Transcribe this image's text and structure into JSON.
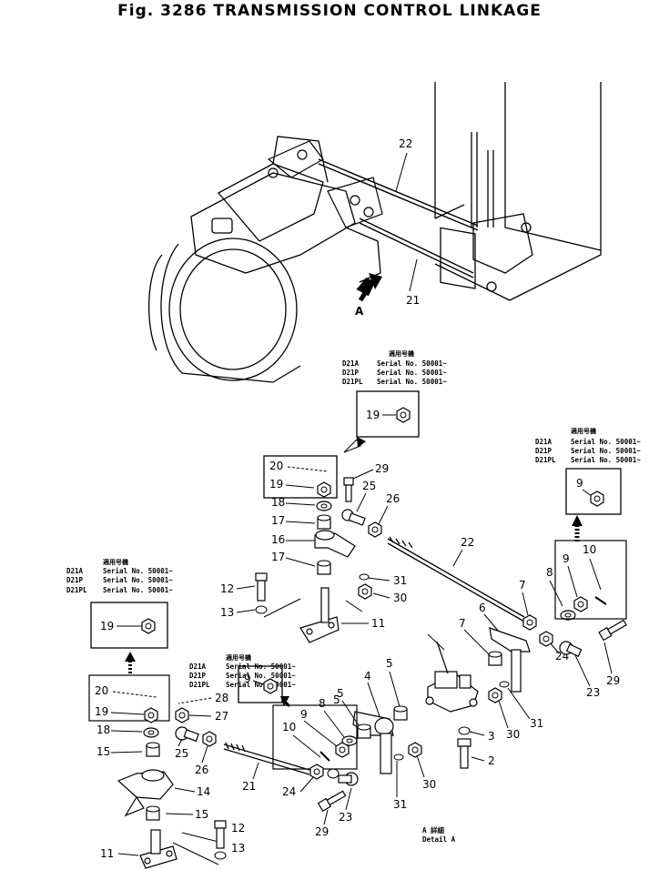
{
  "title": "Fig. 3286 TRANSMISSION CONTROL LINKAGE",
  "serial_header": "適用号機",
  "serial_rows": [
    {
      "model": "D21A",
      "text": "Serial No. 50001~"
    },
    {
      "model": "D21P",
      "text": "Serial No. 50001~"
    },
    {
      "model": "D21PL",
      "text": "Serial No. 50001~"
    }
  ],
  "view_arrow_label": "A",
  "detail_caption_jp": "A 詳細",
  "detail_caption_en": "Detail A",
  "callouts": {
    "n2": "2",
    "n3": "3",
    "n4": "4",
    "n5a": "5",
    "n5b": "5",
    "n5c": "5",
    "n6": "6",
    "n7a": "7",
    "n7b": "7",
    "n8a": "8",
    "n8b": "8",
    "n9a": "9",
    "n9b": "9",
    "n9c": "9",
    "n9d": "9",
    "n10a": "10",
    "n10b": "10",
    "n11a": "11",
    "n11b": "11",
    "n12a": "12",
    "n12b": "12",
    "n13a": "13",
    "n13b": "13",
    "n14": "14",
    "n15a": "15",
    "n15b": "15",
    "n16": "16",
    "n17a": "17",
    "n17b": "17",
    "n18a": "18",
    "n18b": "18",
    "n19a": "19",
    "n19b": "19",
    "n19c": "19",
    "n19d": "19",
    "n20a": "20",
    "n20b": "20",
    "n21a": "21",
    "n21b": "21",
    "n22a": "22",
    "n22b": "22",
    "n23a": "23",
    "n23b": "23",
    "n24a": "24",
    "n24b": "24",
    "n25a": "25",
    "n25b": "25",
    "n26a": "26",
    "n26b": "26",
    "n27": "27",
    "n28": "28",
    "n29a": "29",
    "n29b": "29",
    "n29c": "29",
    "n30a": "30",
    "n30b": "30",
    "n30c": "30",
    "n31a": "31",
    "n31b": "31",
    "n31c": "31"
  }
}
